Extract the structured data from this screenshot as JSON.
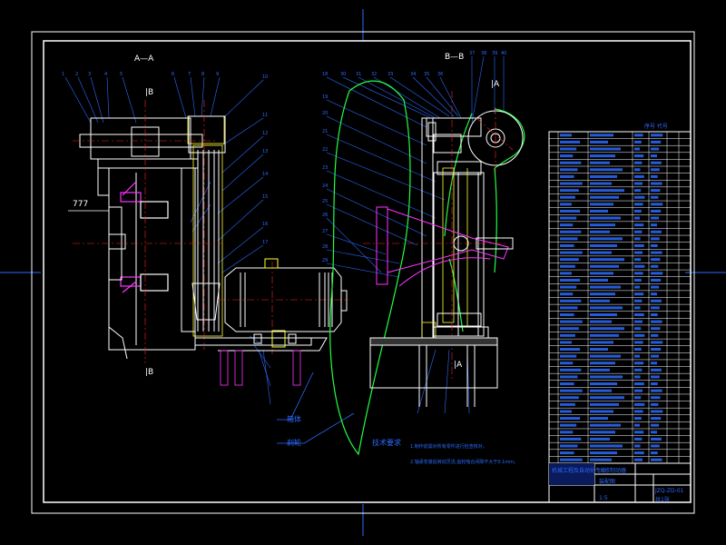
{
  "drawing": {
    "view_left_label": "A—A",
    "view_right_label": "B—B",
    "section_b_top": "|B",
    "section_b_bottom": "|B",
    "section_a_top": "|A",
    "section_a_bottom": "|A",
    "callout_777": "777",
    "callout_left_1": "箱体",
    "callout_left_2": "刹轮",
    "tech_title": "技术要求",
    "tech_line_1": "1.制作前需对所有零件进行检查核对。",
    "tech_line_2": "2.轴承安装后转动灵活,齿轮啮合间隙不大于0.1mm。"
  },
  "title_block": {
    "name_1": "大修制动器",
    "name_2": "装配图",
    "drawing_no": "JZQ-ZD-01",
    "company": "机械工程及自动化专业",
    "scale": "1:5",
    "sheet": "共1张"
  },
  "bom_header": "序号  代号",
  "colors": {
    "background": "#000000",
    "line_white": "#ffffff",
    "line_blue": "#2b6bff",
    "line_green": "#22ff44",
    "line_magenta": "#ff33ff",
    "line_red": "#ff2222",
    "line_yellow": "#ffff33",
    "line_cyan": "#22ffff"
  }
}
